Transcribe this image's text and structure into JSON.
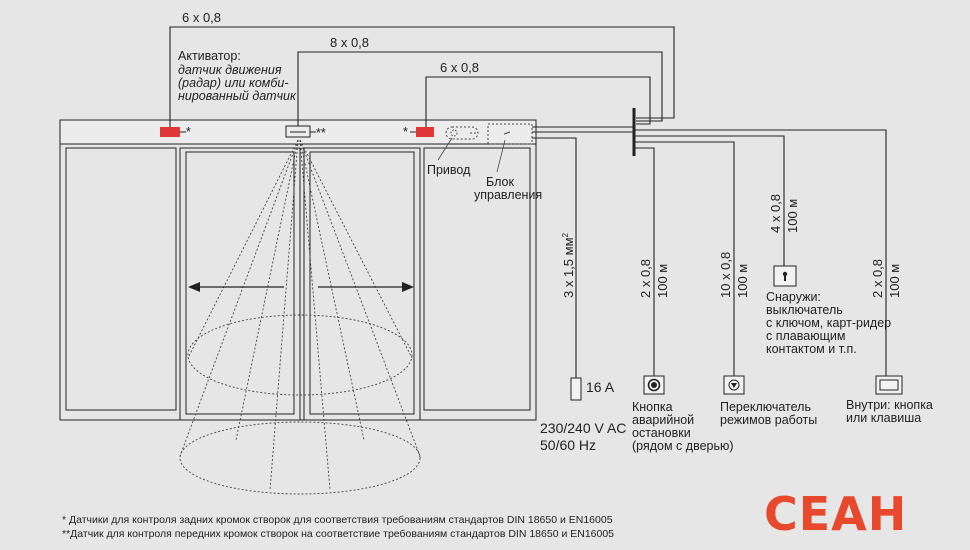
{
  "cables": {
    "top_outer": "6 x 0,8",
    "top_middle": "8 x 0,8",
    "top_inner": "6 x 0,8",
    "power_cable": "3 x 1,5 мм",
    "power_cable_sup": "2",
    "stop_cable": "2 x 0,8",
    "stop_length": "100 м",
    "mode_cable": "10 x 0,8",
    "mode_length": "100 м",
    "key_cable": "4 x 0,8",
    "key_length": "100 м",
    "inside_cable": "2 x 0,8",
    "inside_length": "100 м"
  },
  "activator": {
    "title": "Активатор:",
    "lines": [
      "датчик движения",
      "(радар) или комби-",
      "нированный датчик"
    ]
  },
  "marks": {
    "single": "*",
    "double": "**"
  },
  "drive_label": "Привод",
  "control_unit": [
    "Блок",
    "управления"
  ],
  "fuse": "16 A",
  "power": [
    "230/240 V AC",
    "50/60 Hz"
  ],
  "devices": {
    "emergency": [
      "Кнопка",
      "аварийной",
      "остановки",
      "(рядом с дверью)"
    ],
    "mode_switch": [
      "Переключатель",
      "режимов работы"
    ],
    "outside": [
      "Снаружи:",
      "выключатель",
      "с ключом, карт-ридер",
      "с плавающим",
      "контактом и т.п."
    ],
    "inside": [
      "Внутри: кнопка",
      "или клавиша"
    ]
  },
  "footnotes": [
    "*  Датчики для контроля задних кромок створок для соответствия требованиям стандартов DIN 18650 и EN16005",
    "**Датчик для контроля передних кромок створок на соответствие требованиям стандартов DIN 18650 и EN16005"
  ],
  "brand": "СЕАН",
  "colors": {
    "background": "#e6e6e6",
    "sensor_red": "#e0383a",
    "brand": "#e8492c",
    "line": "#222222"
  }
}
